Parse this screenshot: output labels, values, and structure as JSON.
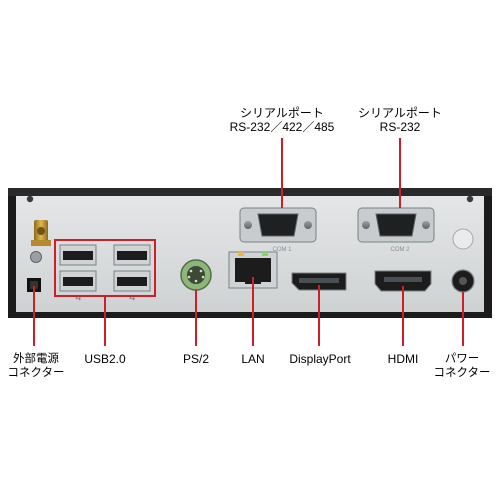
{
  "callouts": {
    "serial_port_1": {
      "line1": "シリアルポート",
      "line2": "RS-232／422／485"
    },
    "serial_port_2": {
      "line1": "シリアルポート",
      "line2": "RS-232"
    },
    "ext_power_connector": {
      "line1": "外部電源",
      "line2": "コネクター"
    },
    "usb": "USB2.0",
    "ps2": "PS/2",
    "lan": "LAN",
    "displayport": "DisplayPort",
    "hdmi": "HDMI",
    "power_connector": {
      "line1": "パワー",
      "line2": "コネクター"
    }
  },
  "port_markings": {
    "com1": "COM 1",
    "com2": "COM 2"
  },
  "colors": {
    "callout_red": "#cc1f2a",
    "chassis_silver": "#d9dbdc",
    "chassis_black": "#1b1b1b",
    "ps2_green": "#7fa86b"
  }
}
